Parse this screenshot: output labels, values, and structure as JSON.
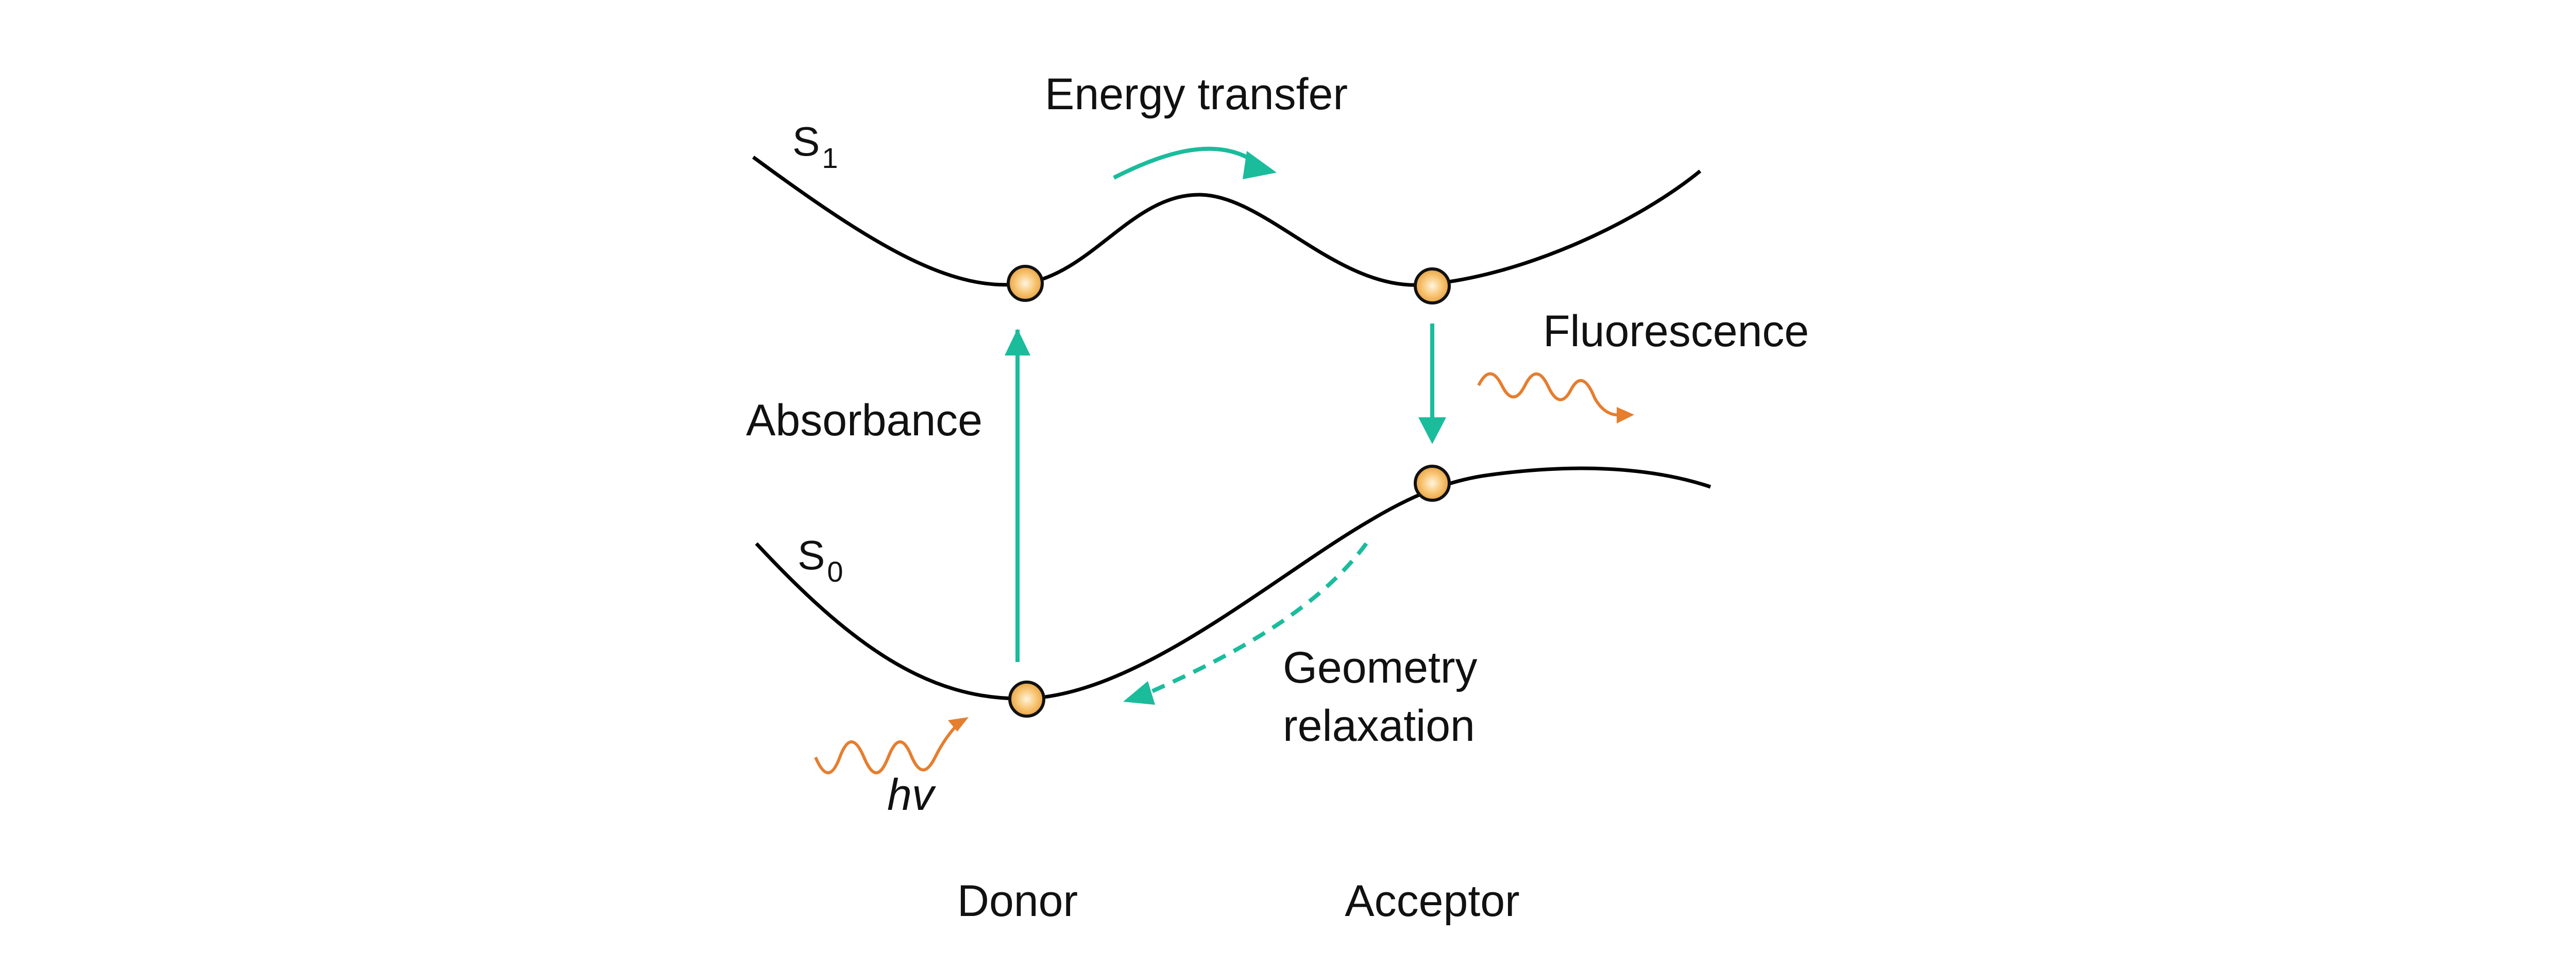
{
  "colors": {
    "arrow": "#1ABC9C",
    "wave": "#E57E2F",
    "curve": "#000000",
    "dot_fill": "#F8C06A",
    "dot_stroke": "#111111"
  },
  "labels": {
    "s1_letter": "S",
    "s1_sub": "1",
    "s0_letter": "S",
    "s0_sub": "0",
    "energy_transfer": "Energy transfer",
    "fluorescence": "Fluorescence",
    "absorbance": "Absorbance",
    "geometry": "Geometry",
    "relaxation": "relaxation",
    "hv": "hv",
    "donor": "Donor",
    "acceptor": "Acceptor"
  },
  "icons": [
    "photon-wave-icon",
    "emission-wave-icon"
  ]
}
